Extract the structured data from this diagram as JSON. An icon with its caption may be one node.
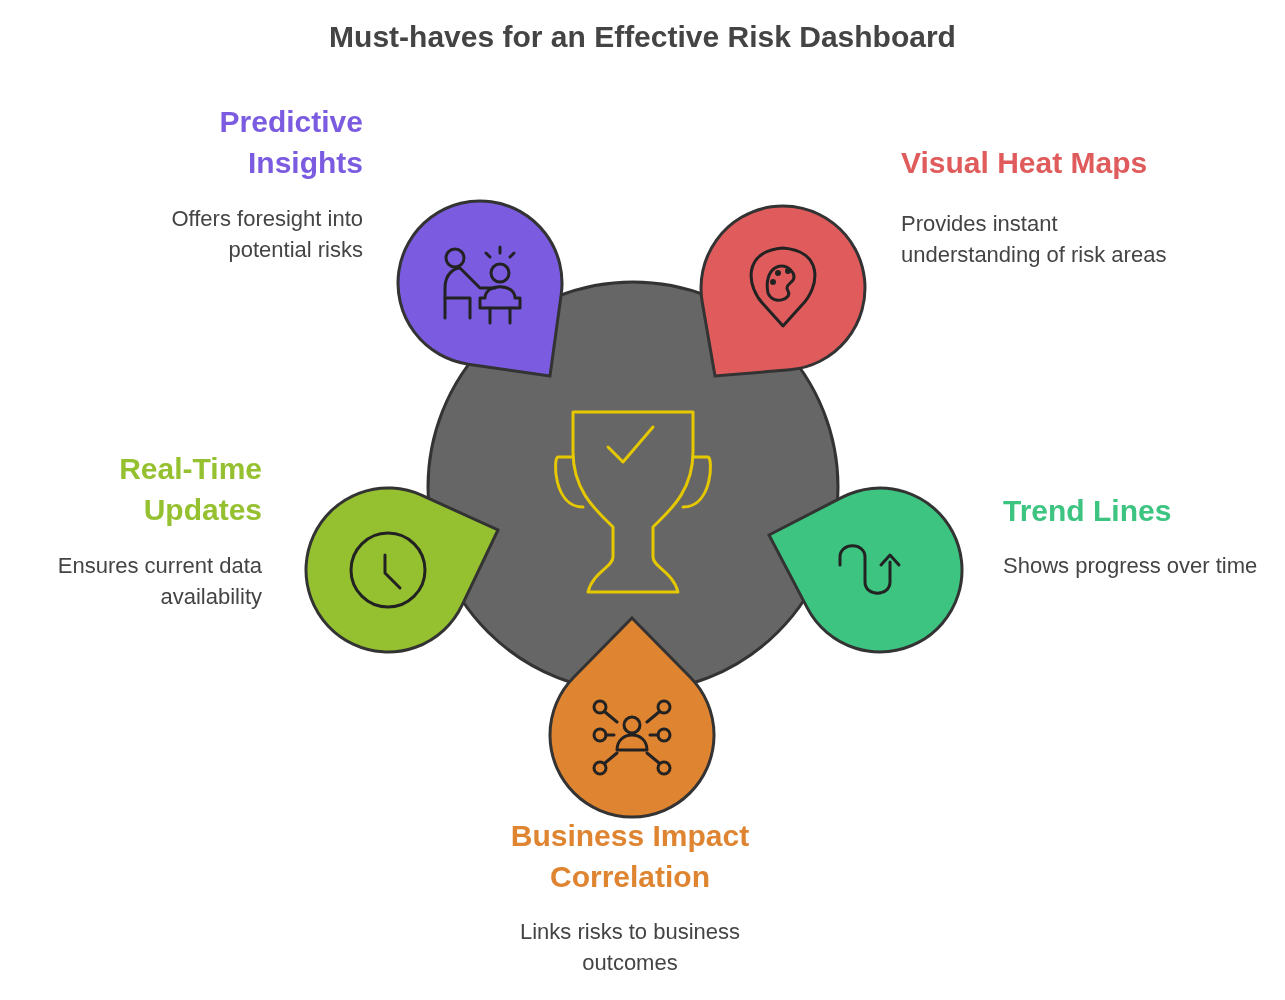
{
  "diagram": {
    "title": "Must-haves for an Effective Risk Dashboard",
    "nodes": [
      {
        "text": [],
        "shape": "circle"
      },
      {
        "text": [
          "Predictive Insights",
          "Offers foresight into potential risks"
        ]
      },
      {
        "text": [
          "Visual Heat Maps",
          "Provides instant understanding of risk areas"
        ]
      },
      {
        "text": [
          "Real-Time Updates",
          "Ensures current data availability"
        ]
      },
      {
        "text": [
          "Trend Lines",
          "Shows progress over time"
        ]
      },
      {
        "text": [
          "Business Impact Correlation",
          "Links risks to business outcomes"
        ]
      }
    ]
  }
}
